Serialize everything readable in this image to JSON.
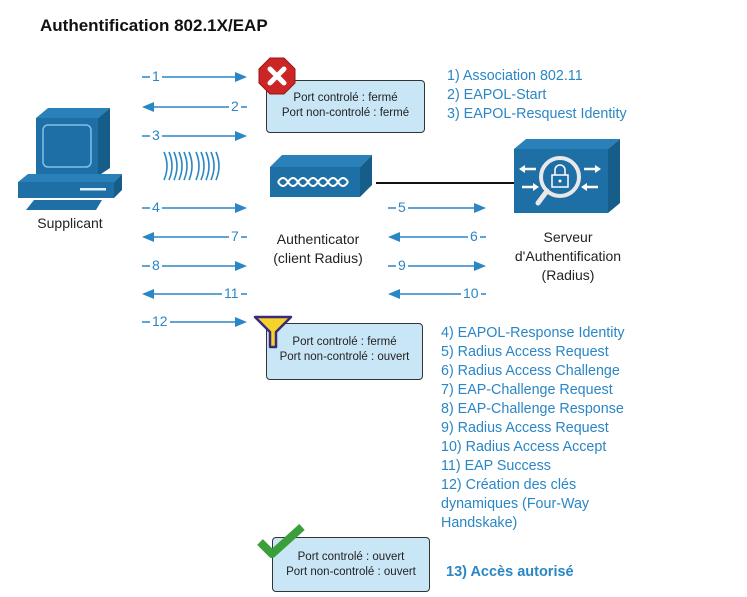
{
  "title": "Authentification 802.1X/EAP",
  "nodes": {
    "supplicant": {
      "label": "Supplicant",
      "icon": "computer-icon"
    },
    "authenticator": {
      "label_line1": "Authenticator",
      "label_line2": "(client Radius)",
      "icon": "access-point-icon"
    },
    "server": {
      "label_line1": "Serveur",
      "label_line2": "d'Authentification",
      "label_line3": "(Radius)",
      "icon": "auth-server-icon"
    }
  },
  "arrows": {
    "left": [
      {
        "num": "1",
        "direction": "right"
      },
      {
        "num": "2",
        "direction": "left"
      },
      {
        "num": "3",
        "direction": "right"
      },
      {
        "num": "4",
        "direction": "right"
      },
      {
        "num": "7",
        "direction": "left"
      },
      {
        "num": "8",
        "direction": "right"
      },
      {
        "num": "11",
        "direction": "left"
      },
      {
        "num": "12",
        "direction": "right"
      }
    ],
    "right": [
      {
        "num": "5",
        "direction": "right"
      },
      {
        "num": "6",
        "direction": "left"
      },
      {
        "num": "9",
        "direction": "right"
      },
      {
        "num": "10",
        "direction": "left"
      }
    ]
  },
  "port_states": [
    {
      "status_icon": "blocked-icon",
      "controlled": "Port controlé : fermé",
      "uncontrolled": "Port non-controlé : fermé"
    },
    {
      "status_icon": "filter-icon",
      "controlled": "Port controlé : fermé",
      "uncontrolled": "Port non-controlé : ouvert"
    },
    {
      "status_icon": "checkmark-icon",
      "controlled": "Port controlé : ouvert",
      "uncontrolled": "Port non-controlé : ouvert"
    }
  ],
  "steps_top": [
    "1) Association 802.11",
    "2) EAPOL-Start",
    "3) EAPOL-Resquest Identity"
  ],
  "steps_middle": [
    "4) EAPOL-Response Identity",
    "5) Radius Access Request",
    "6) Radius Access Challenge",
    "7) EAP-Challenge Request",
    "8) EAP-Challenge Response",
    "9) Radius Access Request",
    "10) Radius Access Accept",
    "11) EAP Success",
    "12) Création des clés",
    "dynamiques (Four-Way",
    "Handskake)"
  ],
  "final_step": "13) Accès autorisé",
  "colors": {
    "accent": "#2a86c5",
    "device": "#1e6fa6",
    "box_fill": "#c9e6f6"
  }
}
